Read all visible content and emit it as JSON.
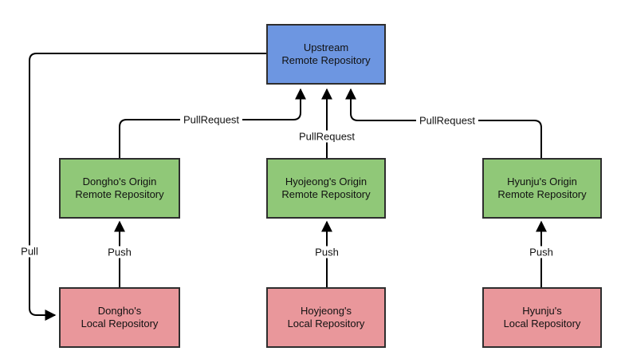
{
  "diagram": {
    "background_color": "#ffffff",
    "border_color": "#2e2e2e",
    "line_color": "#000000",
    "colors": {
      "upstream_fill": "#6d96e1",
      "origin_fill": "#90c878",
      "local_fill": "#e9979b"
    },
    "nodes": [
      {
        "id": "upstream",
        "line1": "Upstream",
        "line2": "Remote Repository",
        "fill": "#6d96e1"
      },
      {
        "id": "dongho-origin",
        "line1": "Dongho's Origin",
        "line2": "Remote Repository",
        "fill": "#90c878"
      },
      {
        "id": "hyojeong-origin",
        "line1": "Hyojeong's Origin",
        "line2": "Remote Repository",
        "fill": "#90c878"
      },
      {
        "id": "hyunju-origin",
        "line1": "Hyunju's Origin",
        "line2": "Remote Repository",
        "fill": "#90c878"
      },
      {
        "id": "dongho-local",
        "line1": "Dongho's",
        "line2": "Local Repository",
        "fill": "#e9979b"
      },
      {
        "id": "hoyjeong-local",
        "line1": "Hoyjeong's",
        "line2": "Local Repository",
        "fill": "#e9979b"
      },
      {
        "id": "hyunju-local",
        "line1": "Hyunju's",
        "line2": "Local Repository",
        "fill": "#e9979b"
      }
    ],
    "edges": [
      {
        "id": "pull",
        "from": "upstream",
        "to": "dongho-local",
        "label": "Pull"
      },
      {
        "id": "pullrequest-dongho",
        "from": "dongho-origin",
        "to": "upstream",
        "label": "PullRequest"
      },
      {
        "id": "pullrequest-hyojeong",
        "from": "hyojeong-origin",
        "to": "upstream",
        "label": "PullRequest"
      },
      {
        "id": "pullrequest-hyunju",
        "from": "hyunju-origin",
        "to": "upstream",
        "label": "PullRequest"
      },
      {
        "id": "push-dongho",
        "from": "dongho-local",
        "to": "dongho-origin",
        "label": "Push"
      },
      {
        "id": "push-hoyjeong",
        "from": "hoyjeong-local",
        "to": "hyojeong-origin",
        "label": "Push"
      },
      {
        "id": "push-hyunju",
        "from": "hyunju-local",
        "to": "hyunju-origin",
        "label": "Push"
      }
    ]
  }
}
